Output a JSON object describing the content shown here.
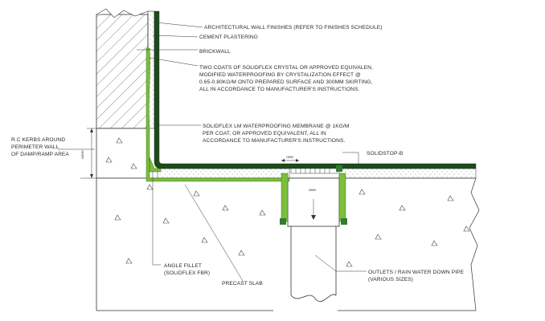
{
  "colors": {
    "membrane_dark": "#1e4a1e",
    "membrane_light": "#7bbf3a",
    "concrete_fill": "#ffffff",
    "line": "#333333",
    "leader": "#333333"
  },
  "labels": {
    "arch_finishes": "ARCHITECTURAL WALL FINISHES (REFER TO FINISHES SCHEDULE)",
    "cement_plaster": "CEMENT PLASTERING",
    "brickwall": "BRICKWALL",
    "crystal": [
      "TWO COATS OF SOLIDFLEX CRYSTAL OR APPROVED EQUIVALEN,",
      "MODIFIED WATERPROOFING BY CRYSTALIZATION EFFECT @",
      "0.65-0.80KG/M ONTO PREPARED SURFACE AND 300MM SKIRTING,",
      "ALL IN ACCORDANCE TO MANUFACTURER'S INSTRUCTIONS."
    ],
    "membrane": [
      "SOLIDFLEX LM WATERPROOFING MEMBRANE @ 1KG/M",
      "PER COAT, OR APPROVED EQUIVALENT, ALL IN",
      "ACCORDANCE TO MANUFACTURER'S INSTRUCTIONS."
    ],
    "kerb": [
      "R.C KERBS AROUND",
      "PERIMETER WALL",
      "OF DAMP/RAMP AREA"
    ],
    "solidstop": "SOLIDSTOP-B",
    "angle_fillet": [
      "ANGLE FILLET",
      "(SOLIDFLEX FBR)"
    ],
    "precast": "PRECAST SLAB",
    "outlets": [
      "OUTLETS / RAIN WATER DOWN PIPE",
      "(VARIOUS SIZES)"
    ],
    "dim_kerb": "100MM",
    "dim_gap": "10MM",
    "dim_pipe": "50MM"
  }
}
